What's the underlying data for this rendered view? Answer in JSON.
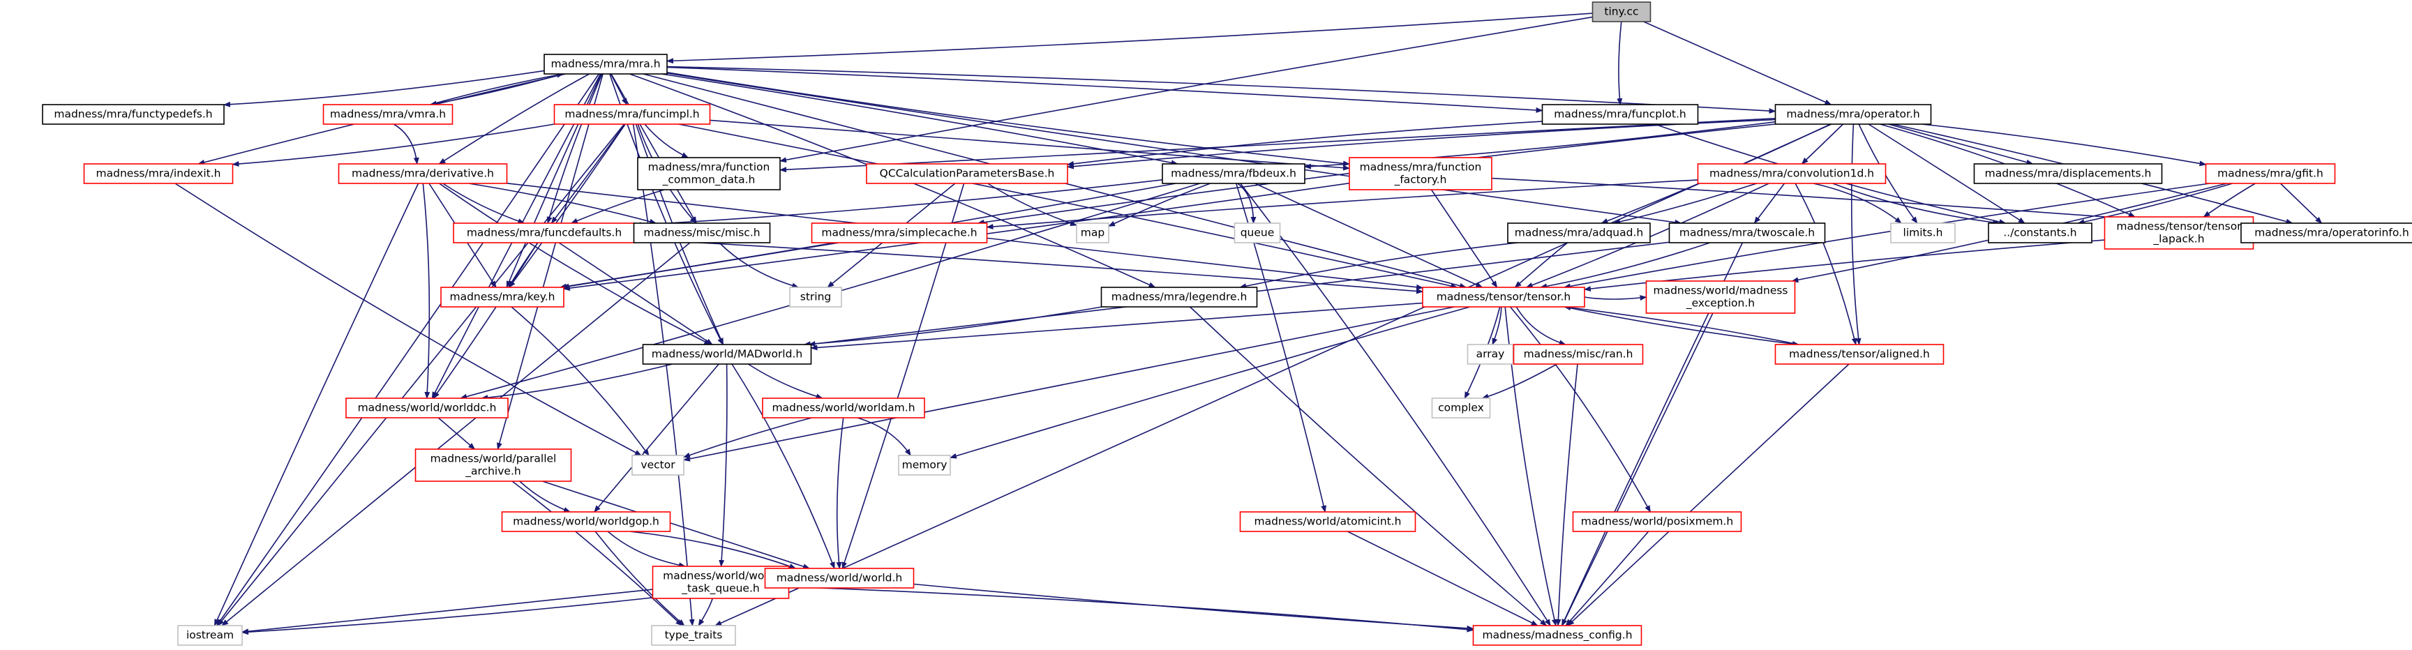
{
  "graph": {
    "nodes": [
      {
        "id": "tiny",
        "label": "tiny.cc",
        "style": "root"
      },
      {
        "id": "mra",
        "label": "madness/mra/mra.h",
        "style": "documented"
      },
      {
        "id": "functypedefs",
        "label": "madness/mra/functypedefs.h",
        "style": "documented"
      },
      {
        "id": "vmra",
        "label": "madness/mra/vmra.h",
        "style": "red"
      },
      {
        "id": "funcimpl",
        "label": "madness/mra/funcimpl.h",
        "style": "red"
      },
      {
        "id": "funcplot",
        "label": "madness/mra/funcplot.h",
        "style": "documented"
      },
      {
        "id": "operator",
        "label": "madness/mra/operator.h",
        "style": "documented"
      },
      {
        "id": "indexit",
        "label": "madness/mra/indexit.h",
        "style": "red"
      },
      {
        "id": "derivative",
        "label": "madness/mra/derivative.h",
        "style": "red"
      },
      {
        "id": "function_common_data",
        "label": [
          "madness/mra/function",
          "_common_data.h"
        ],
        "style": "documented"
      },
      {
        "id": "qccalc",
        "label": "QCCalculationParametersBase.h",
        "style": "red"
      },
      {
        "id": "fbdeux",
        "label": "madness/mra/fbdeux.h",
        "style": "documented"
      },
      {
        "id": "function_factory",
        "label": [
          "madness/mra/function",
          "_factory.h"
        ],
        "style": "red"
      },
      {
        "id": "convolution1d",
        "label": "madness/mra/convolution1d.h",
        "style": "red"
      },
      {
        "id": "displacements",
        "label": "madness/mra/displacements.h",
        "style": "documented"
      },
      {
        "id": "gfit",
        "label": "madness/mra/gfit.h",
        "style": "red"
      },
      {
        "id": "funcdefaults",
        "label": "madness/mra/funcdefaults.h",
        "style": "red"
      },
      {
        "id": "miscmisc",
        "label": "madness/misc/misc.h",
        "style": "documented"
      },
      {
        "id": "simplecache",
        "label": "madness/mra/simplecache.h",
        "style": "red"
      },
      {
        "id": "map",
        "label": "map",
        "style": "system"
      },
      {
        "id": "queue",
        "label": "queue",
        "style": "system"
      },
      {
        "id": "adquad",
        "label": "madness/mra/adquad.h",
        "style": "documented"
      },
      {
        "id": "twoscale",
        "label": "madness/mra/twoscale.h",
        "style": "documented"
      },
      {
        "id": "limits",
        "label": "limits.h",
        "style": "system"
      },
      {
        "id": "constants",
        "label": "../constants.h",
        "style": "documented"
      },
      {
        "id": "tensorlapack",
        "label": [
          "madness/tensor/tensor",
          "_lapack.h"
        ],
        "style": "red"
      },
      {
        "id": "operatorinfo",
        "label": "madness/mra/operatorinfo.h",
        "style": "documented"
      },
      {
        "id": "string",
        "label": "string",
        "style": "system"
      },
      {
        "id": "key",
        "label": "madness/mra/key.h",
        "style": "red"
      },
      {
        "id": "legendre",
        "label": "madness/mra/legendre.h",
        "style": "documented"
      },
      {
        "id": "tensor",
        "label": "madness/tensor/tensor.h",
        "style": "red"
      },
      {
        "id": "madexception",
        "label": [
          "madness/world/madness",
          "_exception.h"
        ],
        "style": "red"
      },
      {
        "id": "madworld",
        "label": "madness/world/MADworld.h",
        "style": "documented"
      },
      {
        "id": "array",
        "label": "array",
        "style": "system"
      },
      {
        "id": "ran",
        "label": "madness/misc/ran.h",
        "style": "red"
      },
      {
        "id": "aligned",
        "label": "madness/tensor/aligned.h",
        "style": "red"
      },
      {
        "id": "worlddc",
        "label": "madness/world/worlddc.h",
        "style": "red"
      },
      {
        "id": "worldam",
        "label": "madness/world/worldam.h",
        "style": "red"
      },
      {
        "id": "complex",
        "label": "complex",
        "style": "system"
      },
      {
        "id": "parallelarchive",
        "label": [
          "madness/world/parallel",
          "_archive.h"
        ],
        "style": "red"
      },
      {
        "id": "vector",
        "label": "vector",
        "style": "system"
      },
      {
        "id": "memory",
        "label": "memory",
        "style": "system"
      },
      {
        "id": "worldgop",
        "label": "madness/world/worldgop.h",
        "style": "red"
      },
      {
        "id": "atomicint",
        "label": "madness/world/atomicint.h",
        "style": "red"
      },
      {
        "id": "posixmem",
        "label": "madness/world/posixmem.h",
        "style": "red"
      },
      {
        "id": "worldtaskqueue",
        "label": [
          "madness/world/world",
          "_task_queue.h"
        ],
        "style": "red"
      },
      {
        "id": "worldh",
        "label": "madness/world/world.h",
        "style": "red"
      },
      {
        "id": "iostream",
        "label": "iostream",
        "style": "system"
      },
      {
        "id": "typetraits",
        "label": "type_traits",
        "style": "system"
      },
      {
        "id": "madconfig",
        "label": "madness/madness_config.h",
        "style": "red"
      }
    ],
    "edges": [
      [
        "tiny",
        "mra"
      ],
      [
        "tiny",
        "funcplot"
      ],
      [
        "tiny",
        "operator"
      ],
      [
        "tiny",
        "function_common_data"
      ],
      [
        "mra",
        "iostream"
      ],
      [
        "mra",
        "functypedefs"
      ],
      [
        "mra",
        "vmra"
      ],
      [
        "mra",
        "funcimpl"
      ],
      [
        "mra",
        "indexit"
      ],
      [
        "mra",
        "derivative"
      ],
      [
        "mra",
        "funcdefaults"
      ],
      [
        "mra",
        "key"
      ],
      [
        "mra",
        "miscmisc"
      ],
      [
        "mra",
        "fbdeux"
      ],
      [
        "mra",
        "legendre"
      ],
      [
        "mra",
        "madworld"
      ],
      [
        "mra",
        "worlddc"
      ],
      [
        "mra",
        "parallelarchive"
      ],
      [
        "mra",
        "funcplot"
      ],
      [
        "mra",
        "operator"
      ],
      [
        "mra",
        "function_factory"
      ],
      [
        "mra",
        "twoscale"
      ],
      [
        "mra",
        "tensor"
      ],
      [
        "vmra",
        "mra"
      ],
      [
        "vmra",
        "derivative"
      ],
      [
        "funcimpl",
        "indexit"
      ],
      [
        "funcimpl",
        "function_common_data"
      ],
      [
        "funcimpl",
        "function_factory"
      ],
      [
        "funcimpl",
        "funcdefaults"
      ],
      [
        "funcimpl",
        "key"
      ],
      [
        "funcimpl",
        "miscmisc"
      ],
      [
        "funcimpl",
        "madworld"
      ],
      [
        "funcimpl",
        "iostream"
      ],
      [
        "funcimpl",
        "tensor"
      ],
      [
        "funcimpl",
        "typetraits"
      ],
      [
        "indexit",
        "vector"
      ],
      [
        "derivative",
        "funcdefaults"
      ],
      [
        "derivative",
        "key"
      ],
      [
        "derivative",
        "miscmisc"
      ],
      [
        "derivative",
        "worlddc"
      ],
      [
        "derivative",
        "madworld"
      ],
      [
        "derivative",
        "iostream"
      ],
      [
        "derivative",
        "tensor"
      ],
      [
        "function_common_data",
        "funcdefaults"
      ],
      [
        "funcplot",
        "qccalc"
      ],
      [
        "funcplot",
        "constants"
      ],
      [
        "qccalc",
        "map"
      ],
      [
        "qccalc",
        "string"
      ],
      [
        "qccalc",
        "worldh"
      ],
      [
        "operator",
        "qccalc"
      ],
      [
        "operator",
        "fbdeux"
      ],
      [
        "operator",
        "convolution1d"
      ],
      [
        "operator",
        "displacements"
      ],
      [
        "operator",
        "gfit"
      ],
      [
        "operator",
        "simplecache"
      ],
      [
        "operator",
        "adquad"
      ],
      [
        "operator",
        "limits"
      ],
      [
        "operator",
        "constants"
      ],
      [
        "operator",
        "operatorinfo"
      ],
      [
        "operator",
        "tensorlapack"
      ],
      [
        "operator",
        "aligned"
      ],
      [
        "operator",
        "typetraits"
      ],
      [
        "operator",
        "function_common_data"
      ],
      [
        "fbdeux",
        "map"
      ],
      [
        "fbdeux",
        "queue"
      ],
      [
        "fbdeux",
        "funcdefaults"
      ],
      [
        "fbdeux",
        "key"
      ],
      [
        "fbdeux",
        "tensor"
      ],
      [
        "fbdeux",
        "atomicint"
      ],
      [
        "fbdeux",
        "madconfig"
      ],
      [
        "fbdeux",
        "worlddc"
      ],
      [
        "function_factory",
        "key"
      ],
      [
        "function_factory",
        "tensor"
      ],
      [
        "function_factory",
        "operatorinfo"
      ],
      [
        "convolution1d",
        "limits"
      ],
      [
        "convolution1d",
        "constants"
      ],
      [
        "convolution1d",
        "adquad"
      ],
      [
        "convolution1d",
        "twoscale"
      ],
      [
        "convolution1d",
        "simplecache"
      ],
      [
        "convolution1d",
        "aligned"
      ],
      [
        "convolution1d",
        "tensor"
      ],
      [
        "gfit",
        "constants"
      ],
      [
        "gfit",
        "operatorinfo"
      ],
      [
        "gfit",
        "tensorlapack"
      ],
      [
        "gfit",
        "tensor"
      ],
      [
        "gfit",
        "madexception"
      ],
      [
        "funcdefaults",
        "key"
      ],
      [
        "funcdefaults",
        "madworld"
      ],
      [
        "funcdefaults",
        "tensor"
      ],
      [
        "funcdefaults",
        "worlddc"
      ],
      [
        "miscmisc",
        "string"
      ],
      [
        "miscmisc",
        "iostream"
      ],
      [
        "simplecache",
        "key"
      ],
      [
        "adquad",
        "tensor"
      ],
      [
        "adquad",
        "legendre"
      ],
      [
        "twoscale",
        "tensor"
      ],
      [
        "twoscale",
        "madconfig"
      ],
      [
        "twoscale",
        "madworld"
      ],
      [
        "tensorlapack",
        "tensor"
      ],
      [
        "key",
        "vector"
      ],
      [
        "legendre",
        "madworld"
      ],
      [
        "legendre",
        "madconfig"
      ],
      [
        "tensor",
        "madworld"
      ],
      [
        "tensor",
        "array"
      ],
      [
        "tensor",
        "complex"
      ],
      [
        "tensor",
        "ran"
      ],
      [
        "tensor",
        "aligned"
      ],
      [
        "tensor",
        "vector"
      ],
      [
        "tensor",
        "memory"
      ],
      [
        "tensor",
        "posixmem"
      ],
      [
        "tensor",
        "madconfig"
      ],
      [
        "tensor",
        "madexception"
      ],
      [
        "madexception",
        "madconfig"
      ],
      [
        "aligned",
        "tensor"
      ],
      [
        "aligned",
        "madconfig"
      ],
      [
        "madworld",
        "worlddc"
      ],
      [
        "madworld",
        "worldam"
      ],
      [
        "madworld",
        "worldgop"
      ],
      [
        "madworld",
        "worldtaskqueue"
      ],
      [
        "madworld",
        "worldh"
      ],
      [
        "ran",
        "complex"
      ],
      [
        "ran",
        "madconfig"
      ],
      [
        "worlddc",
        "parallelarchive"
      ],
      [
        "worldam",
        "vector"
      ],
      [
        "worldam",
        "memory"
      ],
      [
        "worldam",
        "worldh"
      ],
      [
        "parallelarchive",
        "worldgop"
      ],
      [
        "parallelarchive",
        "worldh"
      ],
      [
        "parallelarchive",
        "typetraits"
      ],
      [
        "worldgop",
        "worldh"
      ],
      [
        "worldgop",
        "worldtaskqueue"
      ],
      [
        "worldgop",
        "typetraits"
      ],
      [
        "worldtaskqueue",
        "iostream"
      ],
      [
        "worldtaskqueue",
        "typetraits"
      ],
      [
        "worldtaskqueue",
        "madconfig"
      ],
      [
        "worldh",
        "iostream"
      ],
      [
        "worldh",
        "madconfig"
      ],
      [
        "atomicint",
        "madconfig"
      ],
      [
        "posixmem",
        "madconfig"
      ]
    ]
  },
  "colors": {
    "edge": "#191970",
    "red_border": "#ff0000",
    "documented_border": "#000000",
    "system_border": "#bfbfbf",
    "root_fill": "#bfbfbf",
    "root_border": "#404040"
  }
}
